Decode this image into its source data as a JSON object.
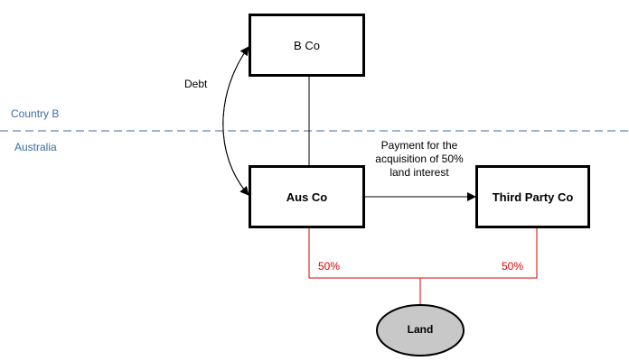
{
  "regions": {
    "top": "Country B",
    "bottom": "Australia",
    "divider_color": "#3a6ea5"
  },
  "entities": {
    "b_co": "B Co",
    "aus_co": "Aus Co",
    "third_party_co": "Third Party Co",
    "land": "Land"
  },
  "flows": {
    "debt": "Debt",
    "payment": [
      "Payment for the",
      "acquisition of 50%",
      "land interest"
    ]
  },
  "ownership": {
    "aus_co_pct": "50%",
    "third_party_pct": "50%",
    "line_color": "#e00000"
  },
  "colors": {
    "land_fill": "#c8c8c8"
  }
}
